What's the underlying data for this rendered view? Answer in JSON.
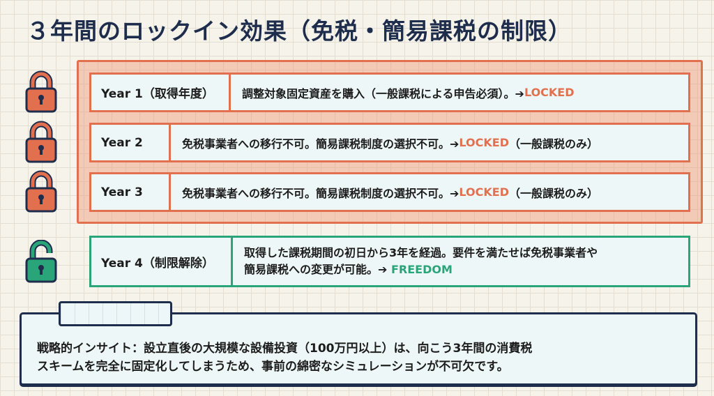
{
  "title": "３年間のロックイン効果（免税・簡易課税の制限）",
  "rows": [
    {
      "label": "Year 1（取得年度）",
      "desc": "調整対象固定資産を購入（一般課税による申告必須）。➔ ",
      "status": "LOCKED",
      "suffix": "",
      "icon": "lock-closed-icon"
    },
    {
      "label": "Year 2",
      "desc": "免税事業者への移行不可。簡易課税制度の選択不可。➔ ",
      "status": "LOCKED",
      "suffix": "（一般課税のみ）",
      "icon": "lock-closed-icon"
    },
    {
      "label": "Year 3",
      "desc": "免税事業者への移行不可。簡易課税制度の選択不可。➔ ",
      "status": "LOCKED",
      "suffix": "（一般課税のみ）",
      "icon": "lock-closed-icon"
    },
    {
      "label": "Year 4（制限解除）",
      "desc1": "取得した課税期間の初日から3年を経過。要件を満たせば免税事業者や",
      "desc2": "簡易課税への変更が可能。➔ ",
      "status": "FREEDOM",
      "icon": "lock-open-icon"
    }
  ],
  "insight": {
    "line1": "戦略的インサイト：設立直後の大規模な設備投資（100万円以上）は、向こう3年間の消費税",
    "line2": "スキームを完全に固定化してしまうため、事前の綿密なシミュレーションが不可欠です。"
  },
  "colors": {
    "locked": "#e2704f",
    "free": "#2aa57a",
    "navy": "#1f2d4d"
  }
}
